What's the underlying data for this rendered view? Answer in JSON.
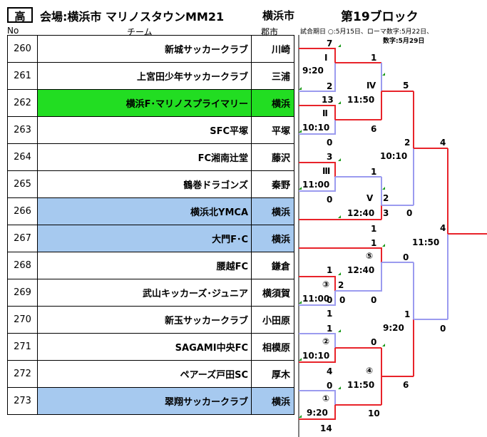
{
  "header": {
    "grade": "高",
    "venue": "会場:横浜市 マリノスタウンMM21",
    "city": "横浜市",
    "block": "第19ブロック"
  },
  "columns": {
    "no": "No",
    "team": "チーム",
    "area": "郡市"
  },
  "notes": {
    "line1": "試合期日 ○:5月15日、ローマ数字:5月22日、",
    "line2": "数字:5月29日"
  },
  "colors": {
    "highlight_green": "#22dd22",
    "highlight_blue": "#a6c9ef",
    "winner_line": "#e8232a",
    "loser_line": "#9b9bef"
  },
  "teams": [
    {
      "no": "260",
      "name": "新城サッカークラブ",
      "area": "川崎",
      "color": "none"
    },
    {
      "no": "261",
      "name": "上宮田少年サッカークラブ",
      "area": "三浦",
      "color": "none"
    },
    {
      "no": "262",
      "name": "横浜F･マリノスプライマリー",
      "area": "横浜",
      "color": "green"
    },
    {
      "no": "263",
      "name": "SFC平塚",
      "area": "平塚",
      "color": "none"
    },
    {
      "no": "264",
      "name": "FC湘南辻堂",
      "area": "藤沢",
      "color": "none"
    },
    {
      "no": "265",
      "name": "鶴巻ドラゴンズ",
      "area": "秦野",
      "color": "none"
    },
    {
      "no": "266",
      "name": "横浜北YMCA",
      "area": "横浜",
      "color": "blue"
    },
    {
      "no": "267",
      "name": "大門F･C",
      "area": "横浜",
      "color": "blue"
    },
    {
      "no": "268",
      "name": "腰越FC",
      "area": "鎌倉",
      "color": "none"
    },
    {
      "no": "269",
      "name": "武山キッカーズ･ジュニア",
      "area": "横須賀",
      "color": "none"
    },
    {
      "no": "270",
      "name": "新玉サッカークラブ",
      "area": "小田原",
      "color": "none"
    },
    {
      "no": "271",
      "name": "SAGAMI中央FC",
      "area": "相模原",
      "color": "none"
    },
    {
      "no": "272",
      "name": "ペアーズ戸田SC",
      "area": "厚木",
      "color": "none"
    },
    {
      "no": "273",
      "name": "翠翔サッカークラブ",
      "area": "横浜",
      "color": "blue"
    }
  ],
  "bracket_text": [
    {
      "id": "s260",
      "text": "7"
    },
    {
      "id": "g1",
      "text": "Ⅰ"
    },
    {
      "id": "t1",
      "text": "9:20"
    },
    {
      "id": "s261",
      "text": "2"
    },
    {
      "id": "s262",
      "text": "13"
    },
    {
      "id": "g2",
      "text": "Ⅱ"
    },
    {
      "id": "t2",
      "text": "10:10"
    },
    {
      "id": "s263",
      "text": "0"
    },
    {
      "id": "s264",
      "text": "3"
    },
    {
      "id": "g3",
      "text": "Ⅲ"
    },
    {
      "id": "t3",
      "text": "11:00"
    },
    {
      "id": "s265",
      "text": "0"
    },
    {
      "id": "sIa",
      "text": "1"
    },
    {
      "id": "g4",
      "text": "Ⅳ"
    },
    {
      "id": "t4",
      "text": "11:50"
    },
    {
      "id": "sIIa",
      "text": "6"
    },
    {
      "id": "sIIIa",
      "text": "1"
    },
    {
      "id": "g5",
      "text": "Ⅴ"
    },
    {
      "id": "t5",
      "text": "12:40"
    },
    {
      "id": "s266a",
      "text": "1"
    },
    {
      "id": "sV1",
      "text": "2"
    },
    {
      "id": "sV2",
      "text": "3"
    },
    {
      "id": "sIVw",
      "text": "5"
    },
    {
      "id": "sr2a",
      "text": "2"
    },
    {
      "id": "t6",
      "text": "10:10"
    },
    {
      "id": "sr2b",
      "text": "0"
    },
    {
      "id": "s267",
      "text": "1"
    },
    {
      "id": "c5",
      "text": "⑤"
    },
    {
      "id": "t7",
      "text": "12:40"
    },
    {
      "id": "s268",
      "text": "1"
    },
    {
      "id": "c3",
      "text": "③"
    },
    {
      "id": "s268b",
      "text": "2"
    },
    {
      "id": "t8",
      "text": "11:00"
    },
    {
      "id": "s269a",
      "text": "0"
    },
    {
      "id": "s269b",
      "text": "0"
    },
    {
      "id": "s269c",
      "text": "1"
    },
    {
      "id": "s5r",
      "text": "0"
    },
    {
      "id": "s270",
      "text": "1"
    },
    {
      "id": "c2",
      "text": "②"
    },
    {
      "id": "t9",
      "text": "10:10"
    },
    {
      "id": "s271",
      "text": "4"
    },
    {
      "id": "s270b",
      "text": "0"
    },
    {
      "id": "c4",
      "text": "④"
    },
    {
      "id": "t10",
      "text": "11:50"
    },
    {
      "id": "s272",
      "text": "0"
    },
    {
      "id": "c1",
      "text": "①"
    },
    {
      "id": "t11",
      "text": "9:20"
    },
    {
      "id": "s273",
      "text": "14"
    },
    {
      "id": "s4b",
      "text": "10"
    },
    {
      "id": "sr3a",
      "text": "1"
    },
    {
      "id": "t12",
      "text": "9:20"
    },
    {
      "id": "sr3b",
      "text": "6"
    },
    {
      "id": "sfa",
      "text": "4"
    },
    {
      "id": "sfb",
      "text": "4"
    },
    {
      "id": "t13",
      "text": "11:50"
    },
    {
      "id": "sfc",
      "text": "0"
    },
    {
      "id": "s4w",
      "text": "0"
    }
  ]
}
